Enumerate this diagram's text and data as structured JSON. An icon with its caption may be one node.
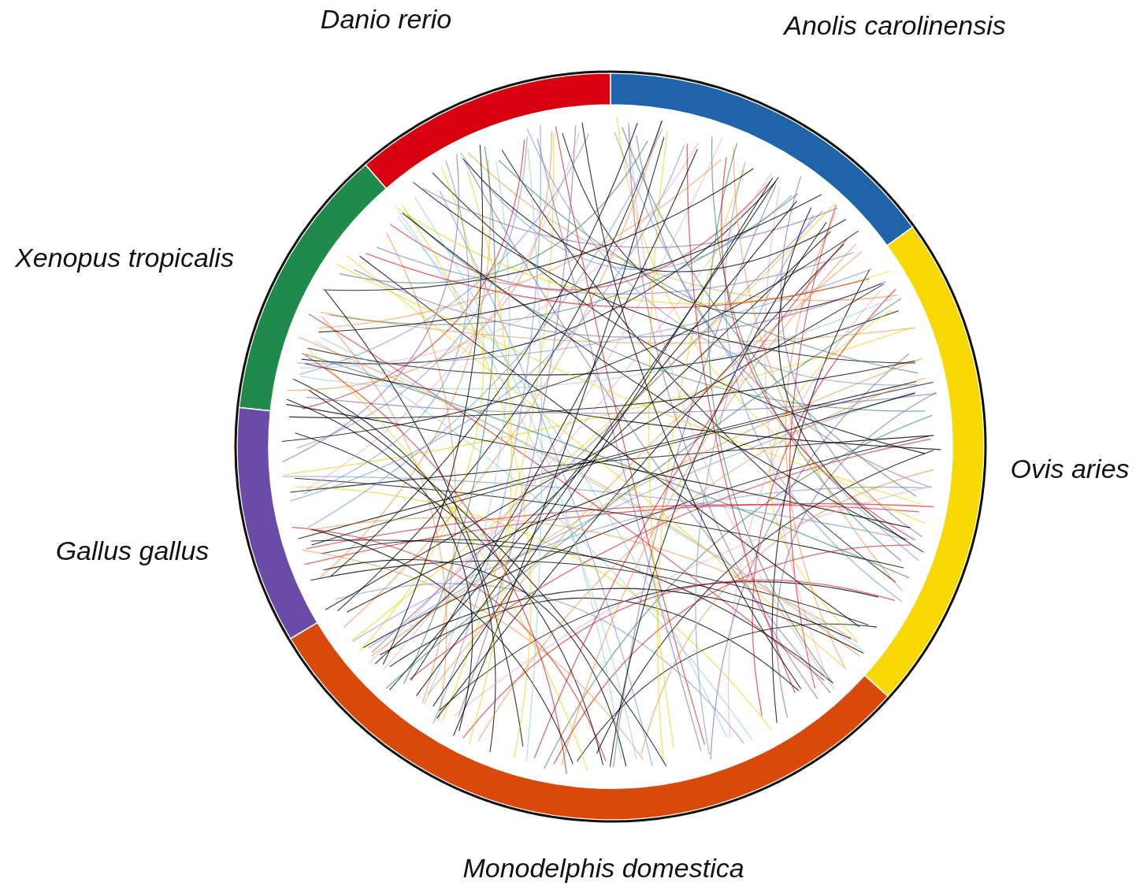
{
  "diagram": {
    "nodes": [
      {
        "text": [
          "Danio rerio"
        ]
      },
      {
        "text": [
          "Anolis carolinensis"
        ]
      },
      {
        "text": [
          "Xenopus tropicalis"
        ]
      },
      {
        "text": [
          "Ovis aries"
        ]
      },
      {
        "text": [
          "Gallus gallus"
        ]
      },
      {
        "text": [
          "Monodelphis domestica"
        ]
      }
    ]
  }
}
